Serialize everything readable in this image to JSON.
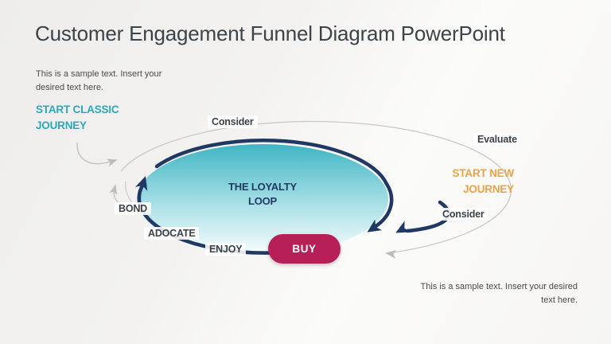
{
  "slide": {
    "title": "Customer Engagement Funnel Diagram PowerPoint",
    "sample_text_top": "This is a sample text. Insert your desired text here.",
    "sample_text_bottom": "This is a sample text. Insert your desired text here."
  },
  "journey": {
    "start_classic": {
      "line1": "START CLASSIC",
      "line2": "JOURNEY"
    },
    "start_new": {
      "line1": "START NEW",
      "line2": "JOURNEY"
    },
    "consider_top": "Consider",
    "evaluate": "Evaluate",
    "consider_right": "Consider"
  },
  "loop": {
    "title_line1": "THE LOYALTY",
    "title_line2": "LOOP",
    "bond": "BOND",
    "advocate": "ADOCATE",
    "enjoy": "ENJOY",
    "buy": "BUY"
  },
  "colors": {
    "teal_text": "#2AA8BD",
    "orange_text": "#EFA243",
    "navy_loop": "#1F3864",
    "magenta_buy": "#B62057",
    "gray_line": "#C9C9C9",
    "loop_gradient_top": "#41B5C4",
    "loop_gradient_bottom": "#F7FDFD",
    "title_text": "#3E4347"
  }
}
